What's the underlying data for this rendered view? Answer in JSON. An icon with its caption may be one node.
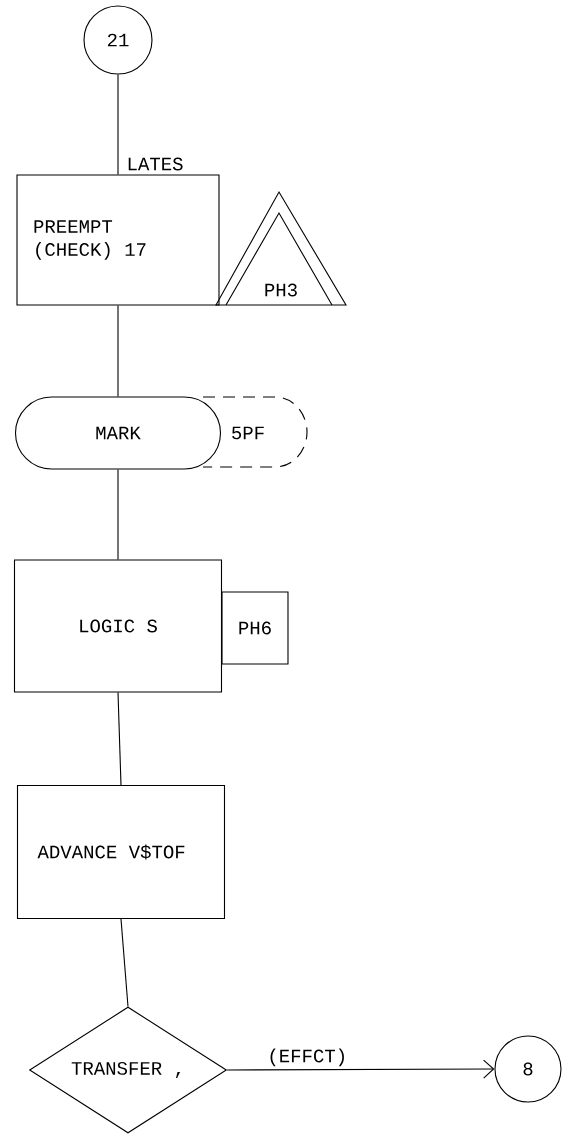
{
  "diagram": {
    "nodes": [
      {
        "text": [
          "21"
        ]
      },
      {
        "text": [
          "LATES",
          "PREEMPT (CHECK) 17"
        ]
      },
      {
        "text": [
          "PH3"
        ]
      },
      {
        "text": [
          "MARK"
        ]
      },
      {
        "text": [
          "5PF"
        ]
      },
      {
        "text": [
          "LOGIC S"
        ]
      },
      {
        "text": [
          "PH6"
        ]
      },
      {
        "text": [
          "ADVANCE V$TOF"
        ]
      },
      {
        "text": [
          "TRANSFER ,"
        ]
      },
      {
        "text": [
          "8"
        ]
      }
    ],
    "edges": [
      {
        "from": 0,
        "to": 1,
        "arrow": "none"
      },
      {
        "from": 1,
        "to": 3,
        "arrow": "none"
      },
      {
        "from": 3,
        "to": 5,
        "arrow": "none"
      },
      {
        "from": 5,
        "to": 7,
        "arrow": "none"
      },
      {
        "from": 7,
        "to": 8,
        "arrow": "none"
      },
      {
        "from": 8,
        "to": 9,
        "arrow": "to",
        "label": "(EFFCT)"
      }
    ]
  }
}
